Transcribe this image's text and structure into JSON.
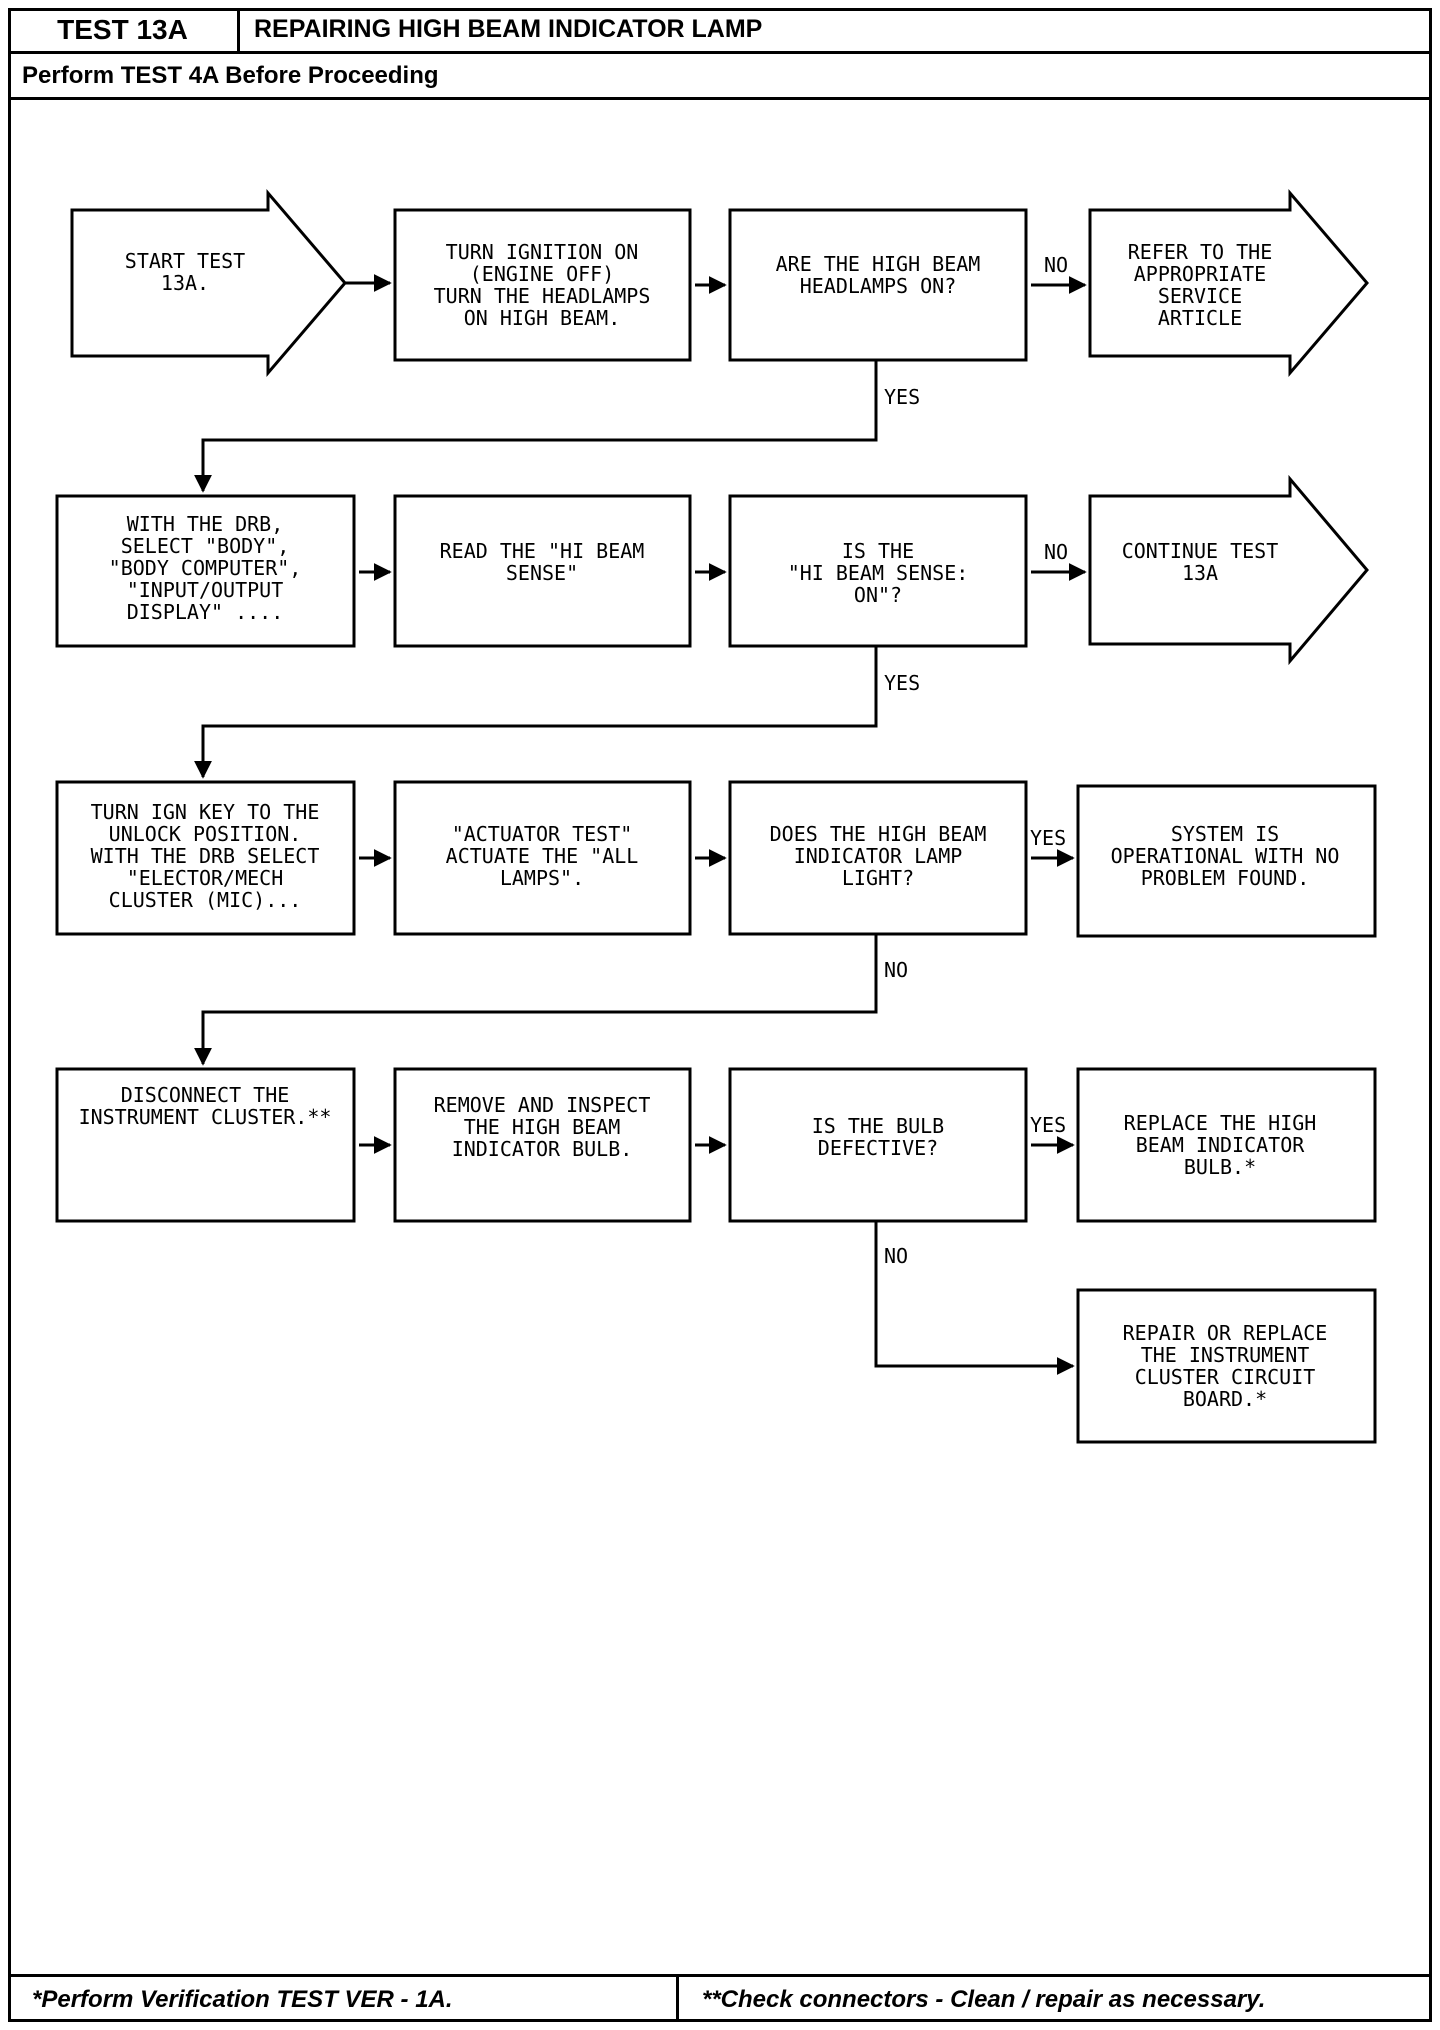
{
  "header": {
    "test_id": "TEST 13A",
    "title": "REPAIRING HIGH BEAM INDICATOR LAMP",
    "subtitle": "Perform TEST 4A Before Proceeding"
  },
  "footer": {
    "note_left": "*Perform Verification TEST VER - 1A.",
    "note_right": "**Check connectors - Clean / repair as necessary."
  },
  "flow": {
    "nodes": {
      "start": [
        "START TEST",
        "13A."
      ],
      "ignition": [
        "TURN IGNITION ON",
        "(ENGINE OFF)",
        "TURN THE HEADLAMPS",
        "ON HIGH BEAM."
      ],
      "q_headlamps": [
        "ARE THE HIGH BEAM",
        "HEADLAMPS ON?"
      ],
      "refer": [
        "REFER TO THE",
        "APPROPRIATE",
        "SERVICE",
        "ARTICLE"
      ],
      "drb_select": [
        "WITH THE DRB,",
        "SELECT \"BODY\",",
        "\"BODY COMPUTER\",",
        "\"INPUT/OUTPUT",
        "DISPLAY\" ...."
      ],
      "read_sense": [
        "READ THE \"HI BEAM",
        "SENSE\""
      ],
      "q_sense": [
        "IS THE",
        "\"HI BEAM SENSE:",
        "ON\"?"
      ],
      "continue": [
        "CONTINUE TEST",
        "13A"
      ],
      "ign_key": [
        "TURN IGN KEY TO THE",
        "UNLOCK POSITION.",
        "WITH THE DRB SELECT",
        "\"ELECTOR/MECH",
        "CLUSTER (MIC)..."
      ],
      "actuator": [
        "\"ACTUATOR TEST\"",
        "ACTUATE THE \"ALL",
        "LAMPS\"."
      ],
      "q_indicator": [
        "DOES THE HIGH BEAM",
        "INDICATOR LAMP",
        "LIGHT?"
      ],
      "system_ok": [
        "SYSTEM IS",
        "OPERATIONAL WITH NO",
        "PROBLEM FOUND."
      ],
      "disconnect": [
        "DISCONNECT THE",
        "INSTRUMENT CLUSTER.**"
      ],
      "inspect": [
        "REMOVE AND INSPECT",
        "THE HIGH BEAM",
        "INDICATOR BULB."
      ],
      "q_bulb": [
        "IS THE BULB",
        "DEFECTIVE?"
      ],
      "replace_bulb": [
        "REPLACE THE HIGH",
        "BEAM INDICATOR",
        "BULB.*"
      ],
      "repair_board": [
        "REPAIR OR REPLACE",
        "THE INSTRUMENT",
        "CLUSTER CIRCUIT",
        "BOARD.*"
      ]
    },
    "labels": {
      "no1": "NO",
      "yes1": "YES",
      "no2": "NO",
      "yes2": "YES",
      "yes3": "YES",
      "no3": "NO",
      "yes4": "YES",
      "no4": "NO"
    }
  }
}
